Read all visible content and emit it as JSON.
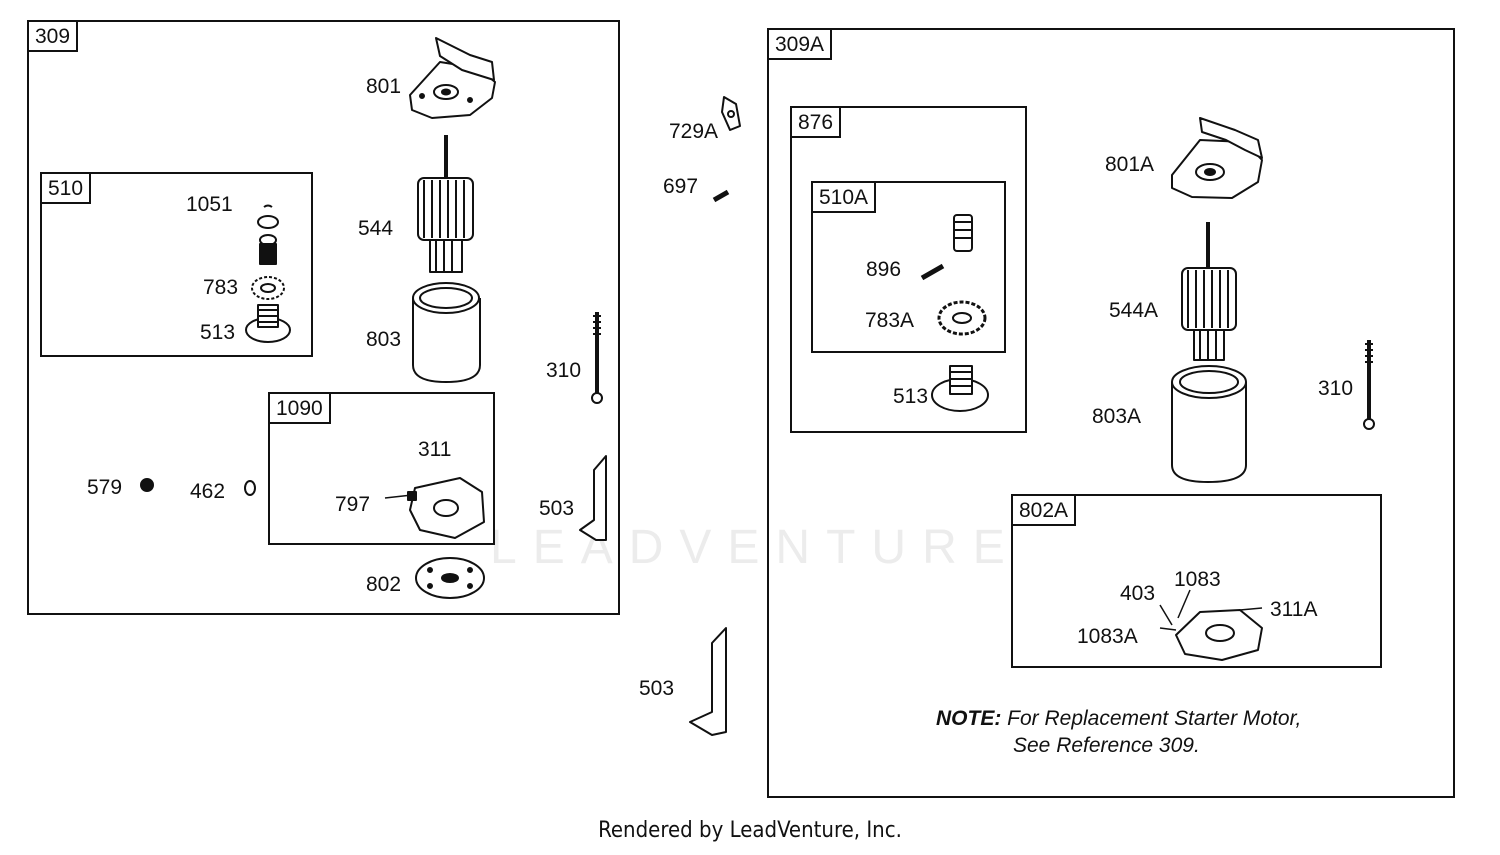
{
  "boxes": {
    "b309": "309",
    "b510": "510",
    "b1090": "1090",
    "b309A": "309A",
    "b876": "876",
    "b510A": "510A",
    "b802A": "802A"
  },
  "labels": {
    "l801": "801",
    "l544": "544",
    "l803": "803",
    "l1051": "1051",
    "l783": "783",
    "l513a": "513",
    "l310a": "310",
    "l311": "311",
    "l797": "797",
    "l579": "579",
    "l462": "462",
    "l503a": "503",
    "l802": "802",
    "l729A": "729A",
    "l697": "697",
    "l503b": "503",
    "l896": "896",
    "l783A": "783A",
    "l513b": "513",
    "l801A": "801A",
    "l544A": "544A",
    "l803A": "803A",
    "l310b": "310",
    "l403": "403",
    "l1083": "1083",
    "l1083A": "1083A",
    "l311A": "311A"
  },
  "note": {
    "prefix": "NOTE:",
    "line1": " For Replacement Starter Motor,",
    "line2": "See Reference 309."
  },
  "watermark": "LEADVENTURE",
  "footer": "Rendered by LeadVenture, Inc."
}
